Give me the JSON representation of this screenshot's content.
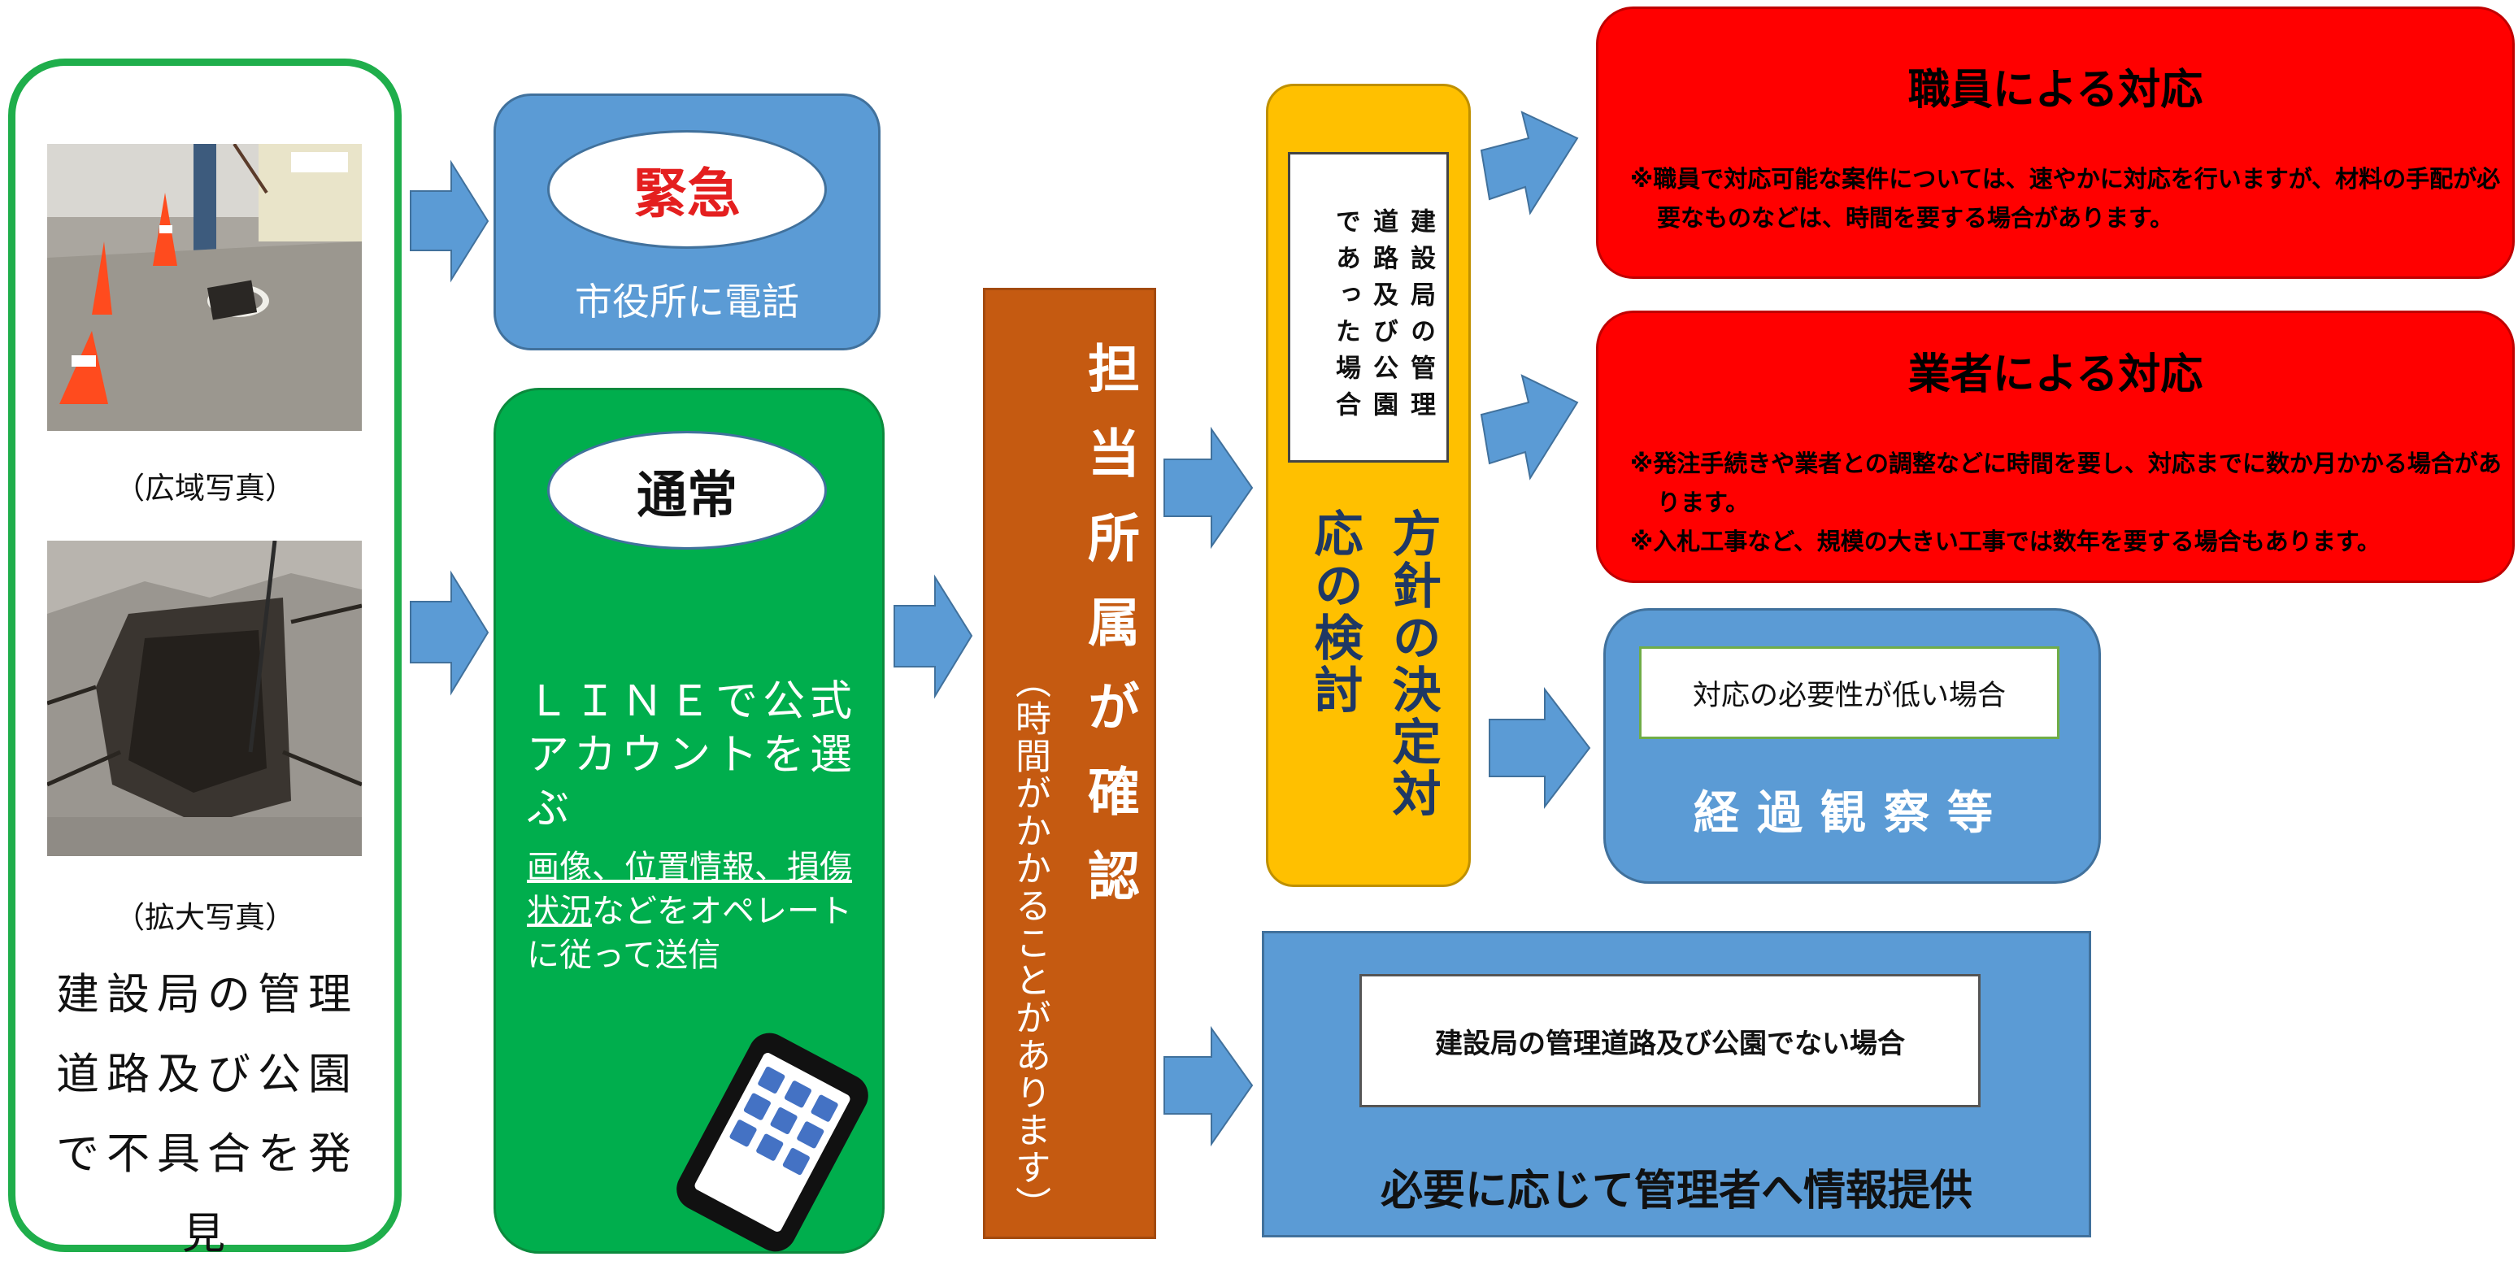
{
  "discovery": {
    "caption_wide": "（広域写真）",
    "caption_zoom": "（拡大写真）",
    "text": "建設局の管理\n道路及び公園\nで不具合を発見"
  },
  "emergency": {
    "label": "緊急",
    "action": "市役所に電話"
  },
  "normal": {
    "label": "通常",
    "main": "ＬＩＮＥで公式アカウントを選ぶ",
    "sub_underlined": "画像、位置情報、損傷状況",
    "sub_rest": "などをオペレートに従って送信"
  },
  "confirm": {
    "title": "担当所属が確認",
    "note": "（時間がかかることがあります）"
  },
  "policy": {
    "note": "建設局の管理道路及び公園であった場合",
    "title": "方針の決定対応の検討"
  },
  "staff": {
    "title": "職員による対応",
    "note": "※職員で対応可能な案件については、速やかに対応を行いますが、材料の手配が必要なものなどは、時間を要する場合があります。"
  },
  "contractor": {
    "title": "業者による対応",
    "note1": "※発注手続きや業者との調整などに時間を要し、対応までに数か月かかる場合があります。",
    "note2": "※入札工事など、規模の大きい工事では数年を要する場合もあります。"
  },
  "observe": {
    "note": "対応の必要性が低い場合",
    "title": "経過観察等"
  },
  "other": {
    "note": "建設局の管理道路及び公園でない場合",
    "title": "必要に応じて管理者へ情報提供"
  },
  "colors": {
    "green": "#00ae4d",
    "blue": "#5b9bd5",
    "orange": "#c55a11",
    "yellow": "#ffc000",
    "red": "#ff0000"
  }
}
